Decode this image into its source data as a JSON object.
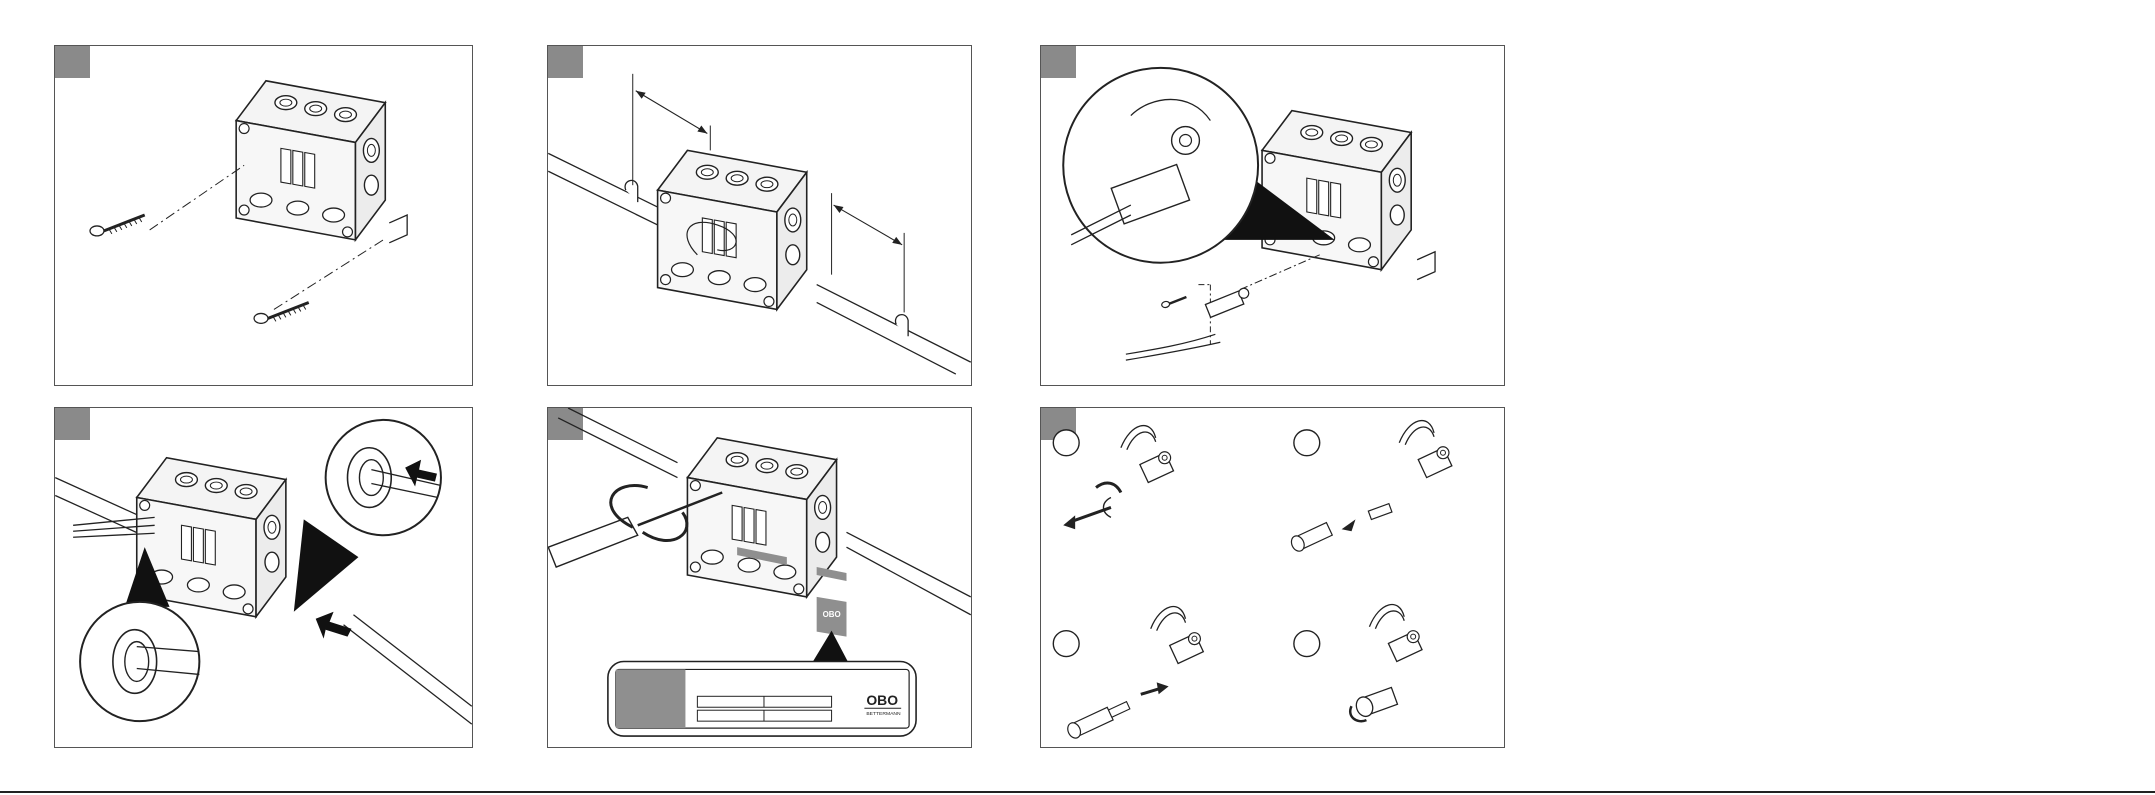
{
  "label": {
    "brand": "OBO",
    "brand_tagline": "BETTERMANN",
    "badge": "OBO"
  },
  "colors": {
    "badge": "#8a8a8a",
    "line": "#222222",
    "box_fill": "#f4f4f4",
    "label_gray": "#8f8f8f"
  },
  "icons": {
    "panel1": "screw-mounting-icon",
    "panel2": "cable-dimension-icon",
    "panel3": "fuse-holder-zoom-icon",
    "panel4": "cable-insert-icon",
    "panel5": "screwdriver-label-icon",
    "panel6": "fuse-replace-steps-icon"
  }
}
